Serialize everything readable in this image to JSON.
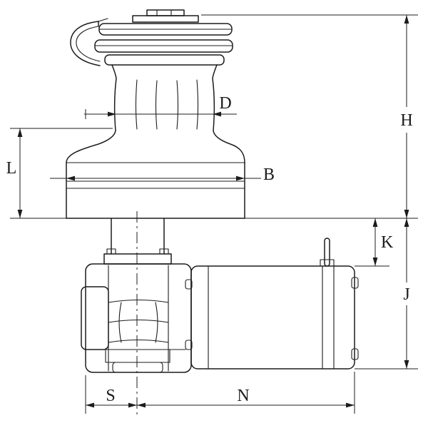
{
  "drawing": {
    "background": "#ffffff",
    "line_color": "#1c1c1c",
    "labels": {
      "d": "D",
      "h": "H",
      "l": "L",
      "b": "B",
      "k": "K",
      "j": "J",
      "s": "S",
      "n": "N"
    }
  }
}
